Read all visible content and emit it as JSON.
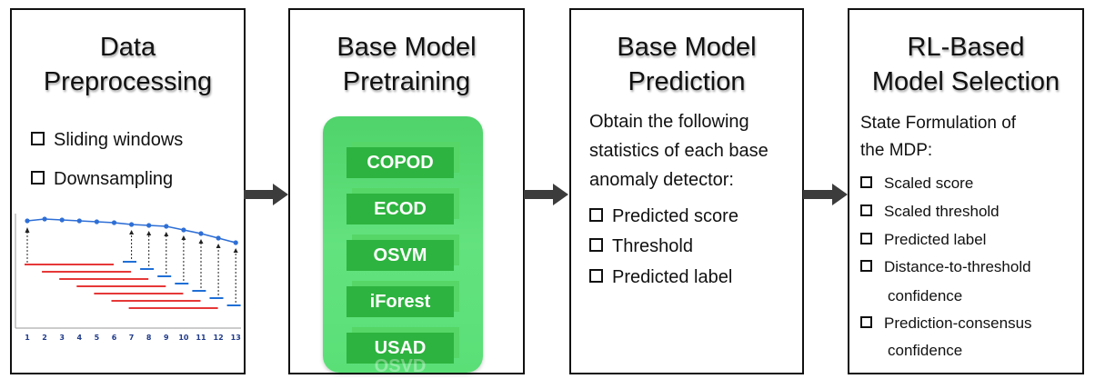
{
  "panels": {
    "preprocessing": {
      "title_lines": [
        "Data",
        "Preprocessing"
      ],
      "items": [
        "Sliding windows",
        "Downsampling"
      ],
      "axis_ticks": [
        "1",
        "2",
        "3",
        "4",
        "5",
        "6",
        "7",
        "8",
        "9",
        "10",
        "11",
        "12",
        "13"
      ]
    },
    "pretraining": {
      "title_lines": [
        "Base Model",
        "Pretraining"
      ],
      "models": [
        "COPOD",
        "ECOD",
        "OSVM",
        "iForest",
        "USAD"
      ],
      "faded_model": "OSVD"
    },
    "prediction": {
      "title_lines": [
        "Base Model",
        "Prediction"
      ],
      "description_lines": [
        "Obtain the following",
        "statistics of each base",
        "anomaly detector:"
      ],
      "items": [
        "Predicted score",
        "Threshold",
        "Predicted label"
      ]
    },
    "selection": {
      "title_lines": [
        "RL-Based",
        "Model Selection"
      ],
      "description_lines": [
        "State Formulation of",
        "the MDP:"
      ],
      "items": [
        {
          "line1": "Scaled score",
          "line2": ""
        },
        {
          "line1": "Scaled threshold",
          "line2": ""
        },
        {
          "line1": "Predicted label",
          "line2": ""
        },
        {
          "line1": "Distance-to-threshold",
          "line2": "confidence"
        },
        {
          "line1": "Prediction-consensus",
          "line2": "confidence"
        }
      ]
    }
  },
  "colors": {
    "series_line": "#2e6fd6",
    "window_red": "#e21b1b",
    "window_blue": "#1f6fd6",
    "tick_label": "#1f3a8a",
    "model_block": "#2db33f",
    "arrow": "#3c3c3c"
  }
}
